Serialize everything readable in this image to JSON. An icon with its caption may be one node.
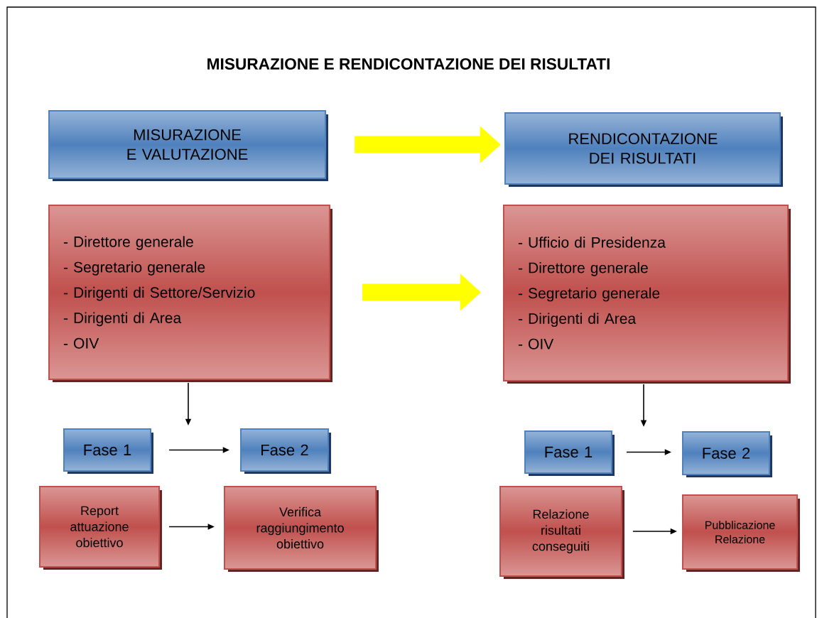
{
  "diagram": {
    "title": "MISURAZIONE E RENDICONTAZIONE DEI RISULTATI",
    "nodes": [
      {
        "text": [
          "MISURAZIONE E VALUTAZIONE"
        ]
      },
      {
        "text": [
          "RENDICONTAZIONE DEI RISULTATI"
        ]
      },
      {
        "text": [
          "- Direttore generale",
          "- Segretario generale",
          "- Dirigenti di Settore/Servizio",
          "- Dirigenti di Area",
          "- OIV"
        ]
      },
      {
        "text": [
          "- Ufficio di Presidenza",
          "- Direttore generale",
          "- Segretario generale",
          "- Dirigenti di Area",
          "- OIV"
        ]
      },
      {
        "text": [
          "Fase 1"
        ]
      },
      {
        "text": [
          "Fase 2"
        ]
      },
      {
        "text": [
          "Fase 1"
        ]
      },
      {
        "text": [
          "Fase 2"
        ]
      },
      {
        "text": [
          "Report attuazione obiettivo"
        ]
      },
      {
        "text": [
          "Verifica raggiungimento obiettivo"
        ]
      },
      {
        "text": [
          "Relazione risultati conseguiti"
        ]
      },
      {
        "text": [
          "Pubblicazione Relazione"
        ]
      }
    ],
    "edges": [
      {
        "from": 0,
        "to": 1,
        "arrow": "to",
        "style": "thick",
        "color": "#ffff00"
      },
      {
        "from": 2,
        "to": 3,
        "arrow": "to",
        "style": "thick",
        "color": "#ffff00"
      },
      {
        "from": 2,
        "to": null,
        "arrow": "to"
      },
      {
        "from": 3,
        "to": null,
        "arrow": "to"
      },
      {
        "from": 4,
        "to": 5,
        "arrow": "to"
      },
      {
        "from": 6,
        "to": 7,
        "arrow": "to"
      },
      {
        "from": 8,
        "to": 9,
        "arrow": "to"
      },
      {
        "from": 10,
        "to": 11,
        "arrow": "to"
      }
    ]
  }
}
